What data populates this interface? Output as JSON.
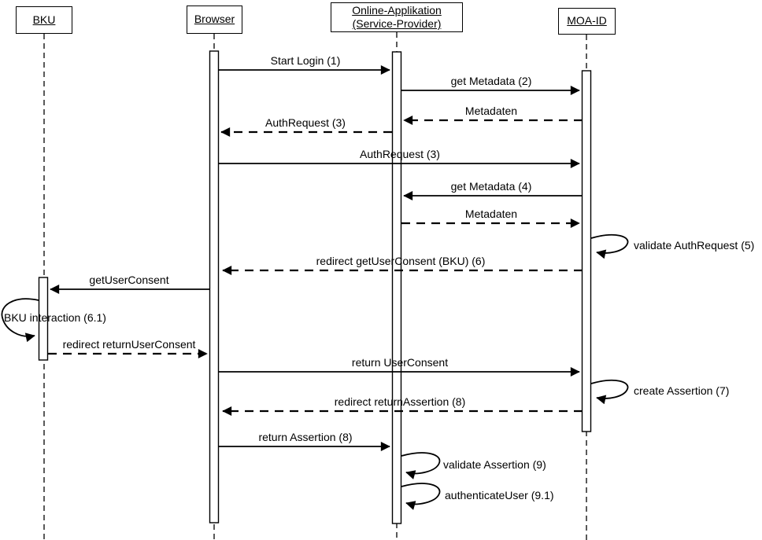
{
  "diagram_type": "uml-sequence",
  "colors": {
    "line": "#000000",
    "background": "#ffffff"
  },
  "participants": [
    {
      "label": "BKU"
    },
    {
      "label": "Browser"
    },
    {
      "label": "Online-Applikation (Service-Provider)"
    },
    {
      "label": "MOA-ID"
    }
  ],
  "messages": [
    {
      "text": "Start Login (1)",
      "from": "Browser",
      "to": "Online-Applikation (Service-Provider)",
      "style": "solid"
    },
    {
      "text": "get Metadata (2)",
      "from": "Online-Applikation (Service-Provider)",
      "to": "MOA-ID",
      "style": "solid"
    },
    {
      "text": "Metadaten",
      "from": "MOA-ID",
      "to": "Online-Applikation (Service-Provider)",
      "style": "dashed"
    },
    {
      "text": "AuthRequest (3)",
      "from": "Online-Applikation (Service-Provider)",
      "to": "Browser",
      "style": "dashed"
    },
    {
      "text": "AuthRequest (3)",
      "from": "Browser",
      "to": "MOA-ID",
      "style": "solid"
    },
    {
      "text": "get Metadata (4)",
      "from": "MOA-ID",
      "to": "Online-Applikation (Service-Provider)",
      "style": "solid"
    },
    {
      "text": "Metadaten",
      "from": "Online-Applikation (Service-Provider)",
      "to": "MOA-ID",
      "style": "dashed"
    },
    {
      "text": "validate AuthRequest (5)",
      "from": "MOA-ID",
      "to": "MOA-ID",
      "style": "self"
    },
    {
      "text": "redirect getUserConsent (BKU) (6)",
      "from": "MOA-ID",
      "to": "Browser",
      "style": "dashed"
    },
    {
      "text": "getUserConsent",
      "from": "Browser",
      "to": "BKU",
      "style": "solid"
    },
    {
      "text": "BKU interaction (6.1)",
      "from": "BKU",
      "to": "BKU",
      "style": "self"
    },
    {
      "text": "redirect returnUserConsent",
      "from": "BKU",
      "to": "Browser",
      "style": "dashed"
    },
    {
      "text": "return UserConsent",
      "from": "Browser",
      "to": "MOA-ID",
      "style": "solid"
    },
    {
      "text": "create Assertion (7)",
      "from": "MOA-ID",
      "to": "MOA-ID",
      "style": "self"
    },
    {
      "text": "redirect returnAssertion (8)",
      "from": "MOA-ID",
      "to": "Browser",
      "style": "dashed"
    },
    {
      "text": "return Assertion (8)",
      "from": "Browser",
      "to": "Online-Applikation (Service-Provider)",
      "style": "solid"
    },
    {
      "text": "validate Assertion (9)",
      "from": "Online-Applikation (Service-Provider)",
      "to": "Online-Applikation (Service-Provider)",
      "style": "self"
    },
    {
      "text": "authenticateUser (9.1)",
      "from": "Online-Applikation (Service-Provider)",
      "to": "Online-Applikation (Service-Provider)",
      "style": "self"
    }
  ]
}
